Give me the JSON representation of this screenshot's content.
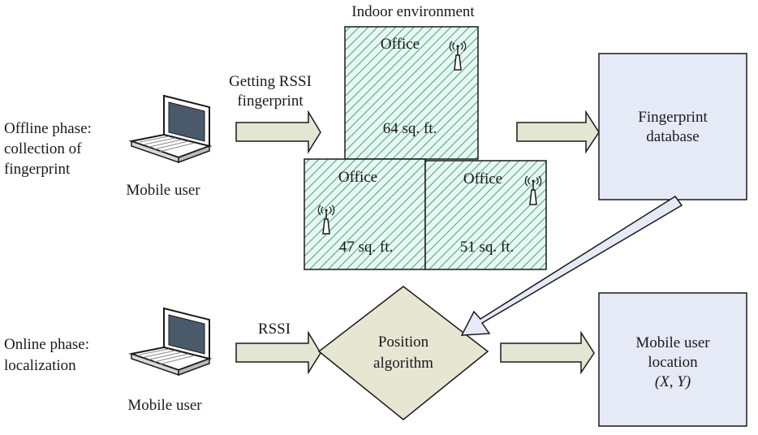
{
  "title": "Indoor environment",
  "phases": {
    "offline": [
      "Offline phase:",
      "collection of",
      "fingerprint"
    ],
    "online": [
      "Online phase:",
      "localization"
    ]
  },
  "mobile_user_offline": "Mobile user",
  "mobile_user_online": "Mobile user",
  "arrow_labels": {
    "getting_rssi": [
      "Getting RSSI",
      "fingerprint"
    ],
    "rssi": "RSSI"
  },
  "offices": [
    {
      "label": "Office",
      "area": "64 sq. ft."
    },
    {
      "label": "Office",
      "area": "47 sq. ft."
    },
    {
      "label": "Office",
      "area": "51 sq. ft."
    }
  ],
  "fingerprint_db": [
    "Fingerprint",
    "database"
  ],
  "position_algorithm": [
    "Position",
    "algorithm"
  ],
  "location": [
    "Mobile user",
    "location",
    "(X, Y)"
  ],
  "colors": {
    "hatch": "#3aa888",
    "room_fill": "#e9f6f1",
    "box_fill": "#e6eaf7",
    "diamond_fill": "#e6e6d2",
    "arrow_fill": "#e3e6d2",
    "stroke": "#1a1a1a"
  }
}
